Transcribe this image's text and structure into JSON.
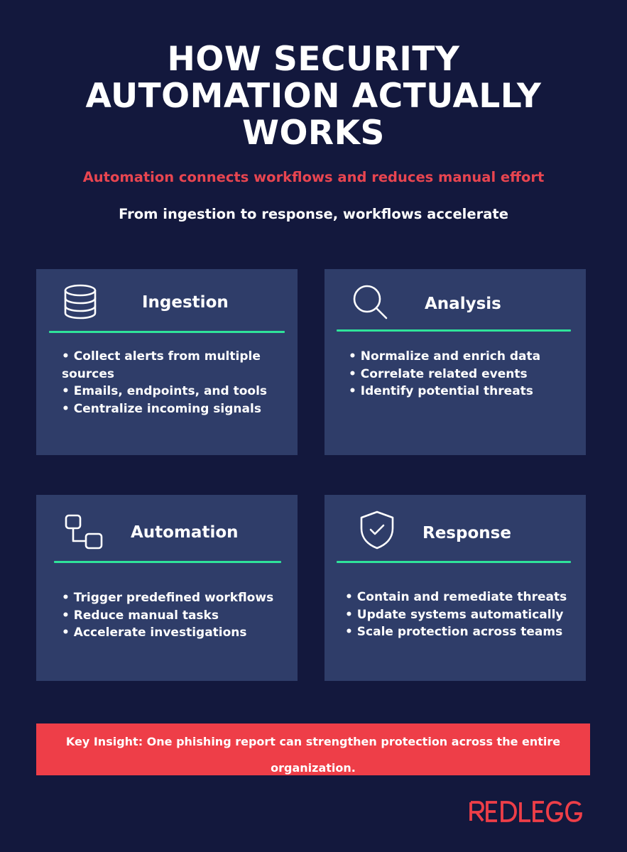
{
  "title_lines": [
    "HOW SECURITY",
    "AUTOMATION ACTUALLY",
    "WORKS"
  ],
  "subtitle": "Automation connects workflows and reduces manual effort",
  "tagline": "From ingestion to response, workflows accelerate",
  "colors": {
    "background": "#13183d",
    "card": "#2f3d69",
    "accent_green": "#2fe39a",
    "accent_red": "#e84550",
    "insight_bg": "#ee3e48"
  },
  "cards": [
    {
      "title": "Ingestion",
      "icon": "database-icon",
      "items": [
        "Collect alerts from multiple sources",
        "Emails, endpoints, and tools",
        "Centralize incoming signals"
      ]
    },
    {
      "title": "Analysis",
      "icon": "search-icon",
      "items": [
        "Normalize and enrich data",
        "Correlate related events",
        "Identify potential threats"
      ]
    },
    {
      "title": "Automation",
      "icon": "workflow-icon",
      "items": [
        "Trigger predefined workflows",
        "Reduce manual tasks",
        "Accelerate investigations"
      ]
    },
    {
      "title": "Response",
      "icon": "shield-check-icon",
      "items": [
        "Contain and remediate threats",
        "Update systems automatically",
        "Scale protection across teams"
      ]
    }
  ],
  "insight": "Key Insight: One phishing report can strengthen protection across the entire organization.",
  "logo_text": "REDLEGG"
}
